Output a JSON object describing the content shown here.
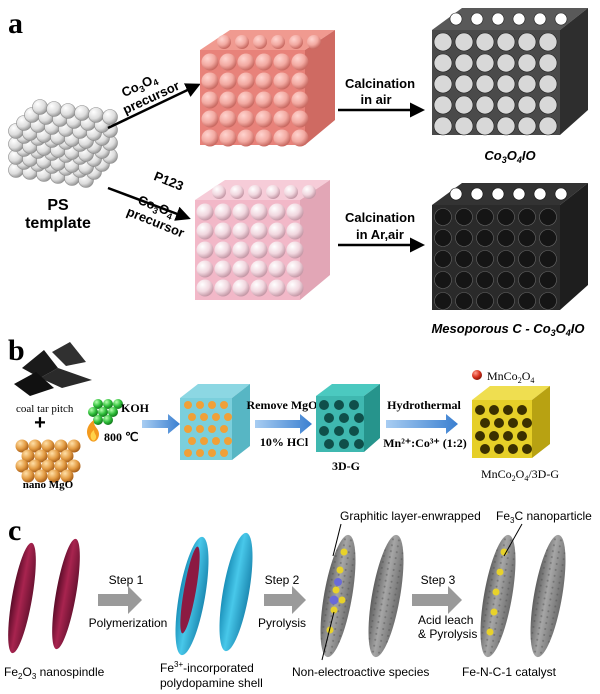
{
  "panel_a": {
    "label": "a",
    "template": {
      "line1": "PS",
      "line2": "template"
    },
    "arrow_top": {
      "chem_main": "Co",
      "chem_sub1": "3",
      "chem_o": "O",
      "chem_sub2": "4",
      "word": "precursor"
    },
    "arrow_bottom": {
      "p123": "P123",
      "chem_main": "Co",
      "chem_sub1": "3",
      "chem_o": "O",
      "chem_sub2": "4",
      "word": "precursor"
    },
    "calc_top": {
      "line1": "Calcination",
      "line2": "in air"
    },
    "calc_bottom": {
      "line1": "Calcination",
      "line2": "in Ar,air"
    },
    "product_top": {
      "main": "Co",
      "sub1": "3",
      "o": "O",
      "sub2": "4",
      "suffix": "IO"
    },
    "product_bottom": {
      "prefix": "Mesoporous C - Co",
      "sub1": "3",
      "o": "O",
      "sub2": "4",
      "suffix": "IO"
    }
  },
  "panel_b": {
    "label": "b",
    "coal": "coal tar pitch",
    "plus": "+",
    "mgo": "nano MgO",
    "koh": "KOH",
    "temp": "800 ℃",
    "remove_mgo": "Remove MgO",
    "hcl": "10% HCl",
    "threeDG": "3D-G",
    "hydrothermal": "Hydrothermal",
    "ratio": "Mn²⁺:Co³⁺ (1:2)",
    "legend_main": "MnCo",
    "legend_sub1": "2",
    "legend_o": "O",
    "legend_sub2": "4",
    "product_main": "MnCo",
    "product_sub1": "2",
    "product_o": "O",
    "product_sub2": "4",
    "product_suffix": "/3D-G"
  },
  "panel_c": {
    "label": "c",
    "nanospindle_main": "Fe",
    "nanospindle_sub1": "2",
    "nanospindle_o": "O",
    "nanospindle_sub2": "3",
    "nanospindle_suffix": " nanospindle",
    "step1": "Step 1",
    "step1_desc": "Polymerization",
    "shell_line1_prefix": "Fe",
    "shell_line1_sup": "3+",
    "shell_line1_suffix": "-incorporated",
    "shell_line2": "polydopamine shell",
    "step2": "Step 2",
    "step2_desc": "Pyrolysis",
    "graphitic": "Graphitic layer-enwrapped",
    "fe3c_main": "Fe",
    "fe3c_sub": "3",
    "fe3c_suffix": "C nanoparticle",
    "non_electro": "Non-electroactive species",
    "step3": "Step 3",
    "step3_desc1": "Acid leach",
    "step3_desc2": "& Pyrolysis",
    "catalyst": "Fe-N-C-1 catalyst"
  },
  "colors": {
    "red_cube": "#e8827a",
    "pink_cube": "#f2b8c8",
    "dark_frame": "#3a3a3a",
    "maroon_spindle": "#8c1a42",
    "cyan_shell": "#2fb2d9",
    "arrow_blue": "#4a90d9",
    "arrow_gray": "#9a9a9a",
    "teal_foam": "#3fb8b0",
    "yellow_foam": "#e6cf28"
  }
}
